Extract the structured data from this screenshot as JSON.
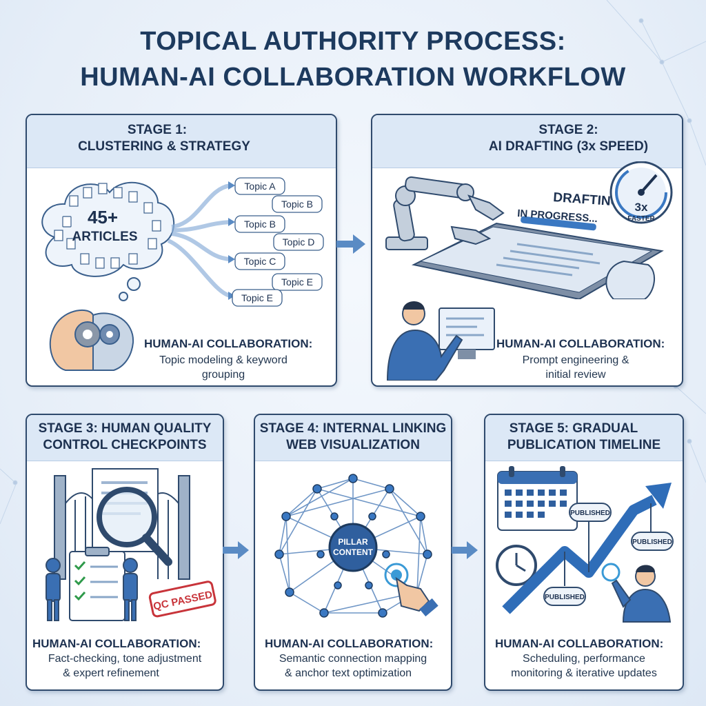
{
  "title": {
    "line1": "TOPICAL AUTHORITY PROCESS:",
    "line2": "HUMAN-AI COLLABORATION WORKFLOW"
  },
  "collab_label": "HUMAN-AI COLLABORATION:",
  "stage1": {
    "header_line1": "STAGE 1:",
    "header_line2": "CLUSTERING & STRATEGY",
    "cloud_number": "45+",
    "cloud_label": "ARTICLES",
    "topics": [
      "Topic A",
      "Topic B",
      "Topic B",
      "Topic D",
      "Topic C",
      "Topic E",
      "Topic E"
    ],
    "desc_line1": "Topic modeling & keyword",
    "desc_line2": "grouping"
  },
  "stage2": {
    "header_line1": "STAGE 2:",
    "header_line2": "AI DRAFTING (3x SPEED)",
    "drafting_line1": "DRAFTING",
    "drafting_line2": "IN PROGRESS...",
    "gauge_value": "3x",
    "gauge_label": "FASTER",
    "desc_line1": "Prompt engineering &",
    "desc_line2": "initial review"
  },
  "stage3": {
    "header_line1": "STAGE 3: HUMAN QUALITY",
    "header_line2": "CONTROL CHECKPOINTS",
    "stamp": "QC PASSED",
    "desc_line1": "Fact-checking, tone adjustment",
    "desc_line2": "& expert refinement"
  },
  "stage4": {
    "header_line1": "STAGE 4: INTERNAL LINKING",
    "header_line2": "WEB VISUALIZATION",
    "pillar_line1": "PILLAR",
    "pillar_line2": "CONTENT",
    "desc_line1": "Semantic connection mapping",
    "desc_line2": "& anchor text optimization"
  },
  "stage5": {
    "header_line1": "STAGE 5: GRADUAL",
    "header_line2": "PUBLICATION TIMELINE",
    "badges": [
      "PUBLISHED",
      "PUBLISHED",
      "PUBLISHED"
    ],
    "desc_line1": "Scheduling, performance",
    "desc_line2": "monitoring & iterative updates"
  },
  "colors": {
    "navy": "#1d3a5e",
    "accent_blue": "#3a78c2",
    "panel_header": "#dce8f6",
    "stamp_red": "#c8343a",
    "check_green": "#2e9a4a"
  },
  "icons": [
    "document-icon",
    "thought-cloud-icon",
    "human-ai-head-icon",
    "robot-arm-icon",
    "laptop-icon",
    "speed-gauge-icon",
    "hand-icon",
    "person-at-monitor-icon",
    "gate-icon",
    "magnifier-icon",
    "clipboard-checklist-icon",
    "qc-stamp-icon",
    "network-web-icon",
    "pointer-hand-icon",
    "calendar-icon",
    "clock-icon",
    "trend-arrow-icon",
    "person-icon"
  ]
}
